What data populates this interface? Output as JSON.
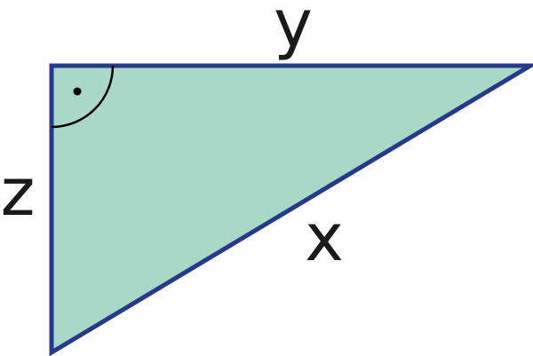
{
  "labels": {
    "top_side": "y",
    "left_side": "z",
    "hypotenuse": "x"
  },
  "colors": {
    "fill": "#a8d8c8",
    "outline": "#263a8c",
    "marker": "#000000",
    "text": "#1a1a1a"
  },
  "icons": {
    "right_angle": "right-angle-arc-with-dot"
  }
}
